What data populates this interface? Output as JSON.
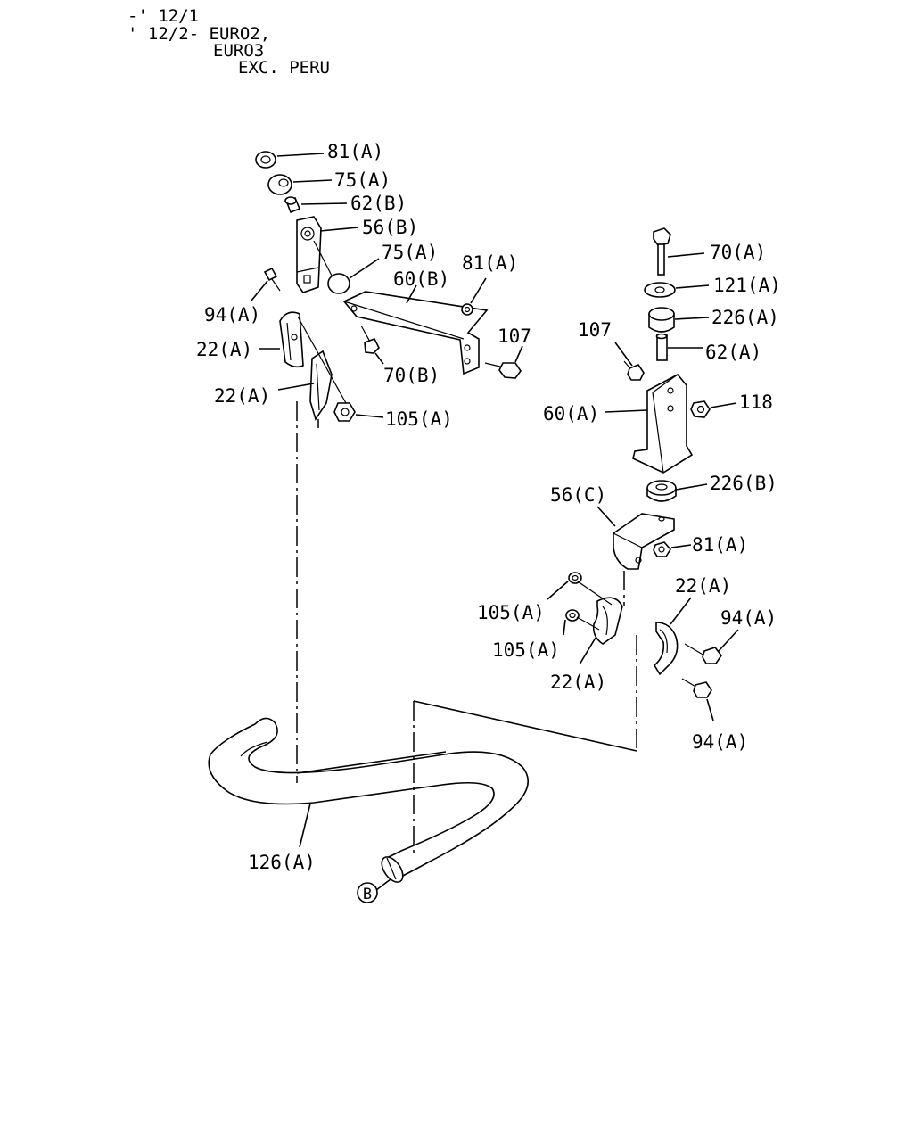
{
  "header": {
    "line1": "-' 12/1",
    "line2": "' 12/2-  EURO2,",
    "line3": "EURO3",
    "line4": "EXC. PERU"
  },
  "labels": {
    "l_81a_top": "81(A)",
    "l_75a_top": "75(A)",
    "l_62b": "62(B)",
    "l_56b": "56(B)",
    "l_75a_mid": "75(A)",
    "l_60b": "60(B)",
    "l_81a_mid": "81(A)",
    "l_94a_left": "94(A)",
    "l_107_left": "107",
    "l_22a_1": "22(A)",
    "l_22a_2": "22(A)",
    "l_70b": "70(B)",
    "l_105a_left": "105(A)",
    "l_70a": "70(A)",
    "l_121a": "121(A)",
    "l_226a": "226(A)",
    "l_107_right": "107",
    "l_62a": "62(A)",
    "l_60a": "60(A)",
    "l_118": "118",
    "l_226b": "226(B)",
    "l_56c": "56(C)",
    "l_81a_right": "81(A)",
    "l_22a_3": "22(A)",
    "l_105a_r1": "105(A)",
    "l_94a_r1": "94(A)",
    "l_105a_r2": "105(A)",
    "l_22a_4": "22(A)",
    "l_94a_r2": "94(A)",
    "l_126a": "126(A)",
    "ref_b": "B"
  }
}
